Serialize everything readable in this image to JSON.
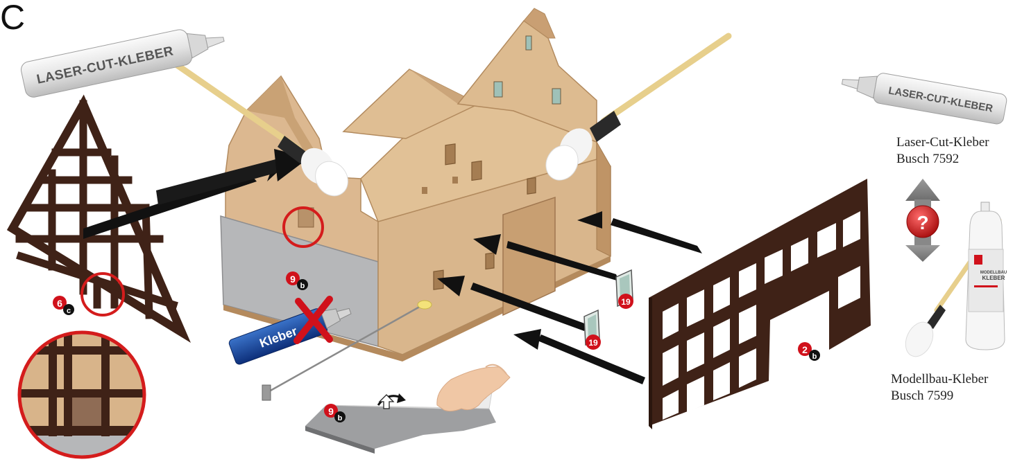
{
  "step_letter": "C",
  "tube_left": {
    "label": "LASER-CUT-KLEBER"
  },
  "tube_right": {
    "label": "LASER-CUT-KLEBER"
  },
  "kleber_tube": {
    "label": "Kleber"
  },
  "bottle": {
    "label_line1": "MODELLBAU",
    "label_line2": "KLEBER"
  },
  "legend": {
    "laser_name": "Laser-Cut-Kleber",
    "laser_number": "Busch 7592",
    "modell_name": "Modellbau-Kleber",
    "modell_number": "Busch 7599",
    "question_mark": "?"
  },
  "parts": {
    "gable_frame": {
      "number": "6",
      "suffix": "c"
    },
    "grey_wall": {
      "number": "9",
      "suffix": "b"
    },
    "window_pane_upper": {
      "number": "19"
    },
    "window_pane_lower": {
      "number": "19"
    },
    "front_frame": {
      "number": "2",
      "suffix": "b"
    },
    "grey_sheet": {
      "number": "9",
      "suffix": "b"
    }
  },
  "colors": {
    "cardboard": "#d8b48a",
    "cardboard_dark": "#b88f62",
    "frame_brown": "#3f2217",
    "grey_sheet": "#b4b5b7",
    "badge_red": "#d0111b",
    "badge_black": "#111111",
    "arrow": "#111111",
    "circle_red": "#d41c1c"
  }
}
